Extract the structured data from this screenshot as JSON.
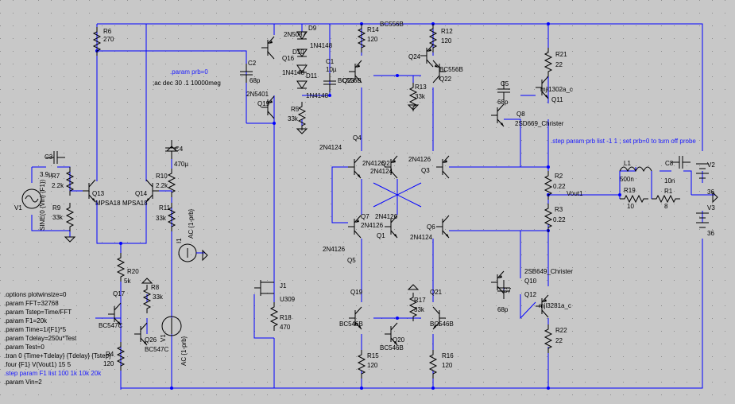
{
  "labels": {
    "r6": "R6",
    "r6v": "270",
    "q16": "Q16",
    "q16t": "2N5087",
    "d10": "D10",
    "d9": "D9",
    "d10t": "1N4148",
    "d11": "D11",
    "d11t": "1N4148",
    "d12t": "1N4148",
    "c1": "C1",
    "c1v": "10µ",
    "c2": "C2",
    "c2v": "68p",
    "q19t": "2N5401",
    "q19": "Q19",
    "r5": "R5",
    "r5v": "33k",
    "param_prb": ".param prb=0",
    "ac_dir": ";ac dec 30 .1 10000meg",
    "r14": "R14",
    "r14v": "120",
    "q24t": "BC556B",
    "q24": "Q24",
    "q23t": "BC556B",
    "q23": "Q23",
    "r12": "R12",
    "r12v": "120",
    "q22t": "BC556B",
    "q22": "Q22",
    "r13": "R13",
    "r13v": "33k",
    "r21": "R21",
    "r21v": "22",
    "q11t": "mjl1302a_c",
    "q11": "Q11",
    "c5": "C5",
    "c5v": "68p",
    "q8": "Q8",
    "q8t": "2SD669_Christer",
    "step_prb": ".step param prb list -1 1 ; set prb=0 to turn off probe",
    "c3": "C3",
    "c3v": "3.9µ",
    "r7": "R7",
    "r7v": "2.2k",
    "r9": "R9",
    "r9v": "33k",
    "v1": "V1",
    "v1v": "SINE(0 {Vin} {F1})",
    "q13": "Q13",
    "q13t": "MPSA18",
    "q14": "Q14",
    "q14t": "MPSA18",
    "c4": "C4",
    "c4v": "470µ",
    "r10": "R10",
    "r10v": "2.2k",
    "r11": "R11",
    "r11v": "33k",
    "i1": "I1",
    "i1v": "AC {1-prb}",
    "q4": "Q4",
    "q4t": "2N4124",
    "q2t": "2N4126",
    "q2": "Q2",
    "q3t": "2N4126",
    "q3": "Q3",
    "q1x": "2N4124",
    "q7": "Q7",
    "q7t": "2N4126",
    "q1t": "2N4126",
    "q1": "Q1",
    "q6": "Q6",
    "q6t": "2N4124",
    "q5t": "2N4126",
    "q5": "Q5",
    "r2": "R2",
    "r2v": "0.22",
    "r3": "R3",
    "r3v": "0.22",
    "vout": "Vout1",
    "l1": "L1",
    "l1v": "500n",
    "r19": "R19",
    "r19v": "10",
    "c8": "C8",
    "c8v": "10n",
    "r1": "R1",
    "r1v": "8",
    "v2": "V2",
    "v2v": "36",
    "v3": "V3",
    "v3v": "36",
    "r20": "R20",
    "r20v": "5k",
    "j1": "J1",
    "j1t": "U309",
    "r18": "R18",
    "r18v": "470",
    "q10": "Q10",
    "q10t": "2SB649_Christer",
    "c7": "C7",
    "c7v": "68p",
    "q12": "Q12",
    "q12t": "mjl3281a_c",
    "r22": "R22",
    "r22v": "22",
    "q17": "Q17",
    "q17t": "BC547C",
    "r8": "R8",
    "r8v": "33k",
    "q26": "Q26",
    "q26t": "BC547C",
    "v1b": "V1",
    "v1bv": "AC {1-prb}",
    "r4": "R4",
    "r4v": "120",
    "q19b": "Q19",
    "q19bt": "BC546B",
    "q21": "Q21",
    "q21t": "BC546B",
    "r17": "R17",
    "r17v": "33k",
    "q20": "Q20",
    "q20t": "BC546B",
    "r15": "R15",
    "r15v": "120",
    "r16": "R16",
    "r16v": "120"
  },
  "directives": [
    ".options plotwinsize=0",
    ".param FFT=32768",
    ".param Tstep=Time/FFT",
    ".param F1=20k",
    ".param Time=1/{F1}*5",
    ".param Tdelay=250u*Test",
    ".param Test=0",
    ".tran 0 {Time+Tdelay} {Tdelay} {Tstep}",
    ".four {F1} V(Vout1) 15 5",
    ".step param F1 list 100 1k 10k 20k",
    ".param Vin=2"
  ],
  "colors": {
    "background": "#c8c8c8",
    "wire": "#0000ff",
    "component": "#000000",
    "directive": "#1a1aff"
  }
}
